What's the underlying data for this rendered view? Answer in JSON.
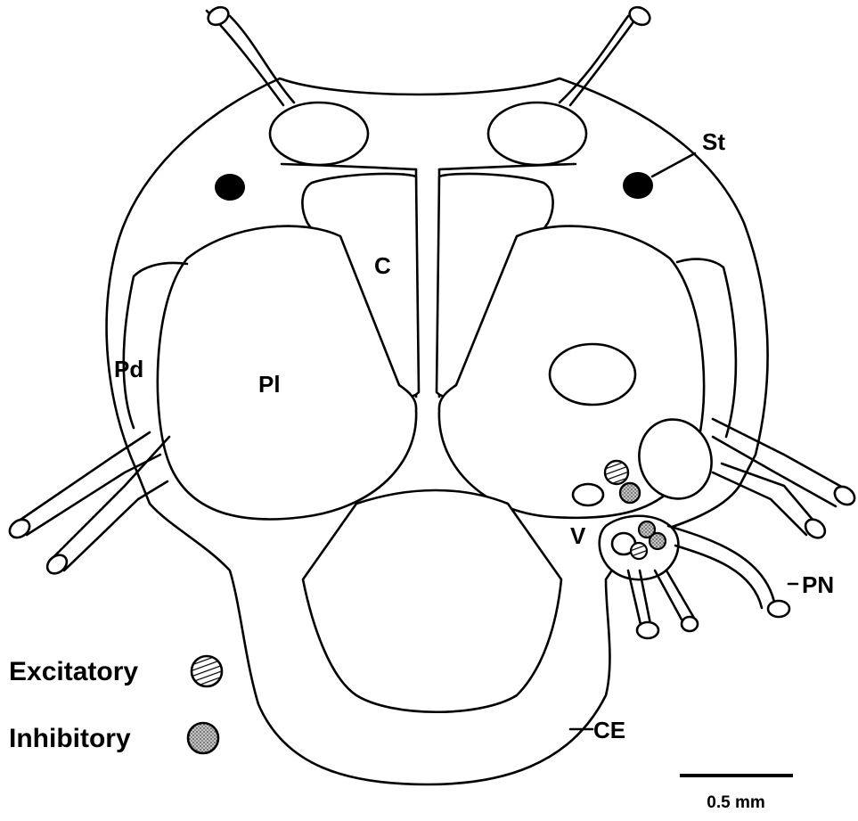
{
  "labels": {
    "st": "St",
    "c": "C",
    "pd": "Pd",
    "pl": "Pl",
    "v": "V",
    "pn": "PN",
    "ce": "CE"
  },
  "legend": {
    "excitatory": "Excitatory",
    "inhibitory": "Inhibitory"
  },
  "scale_bar": {
    "label": "0.5 mm"
  },
  "colors": {
    "line": "#000000",
    "inhibitory_fill": "stippled gray",
    "excitatory_fill": "hatched"
  }
}
